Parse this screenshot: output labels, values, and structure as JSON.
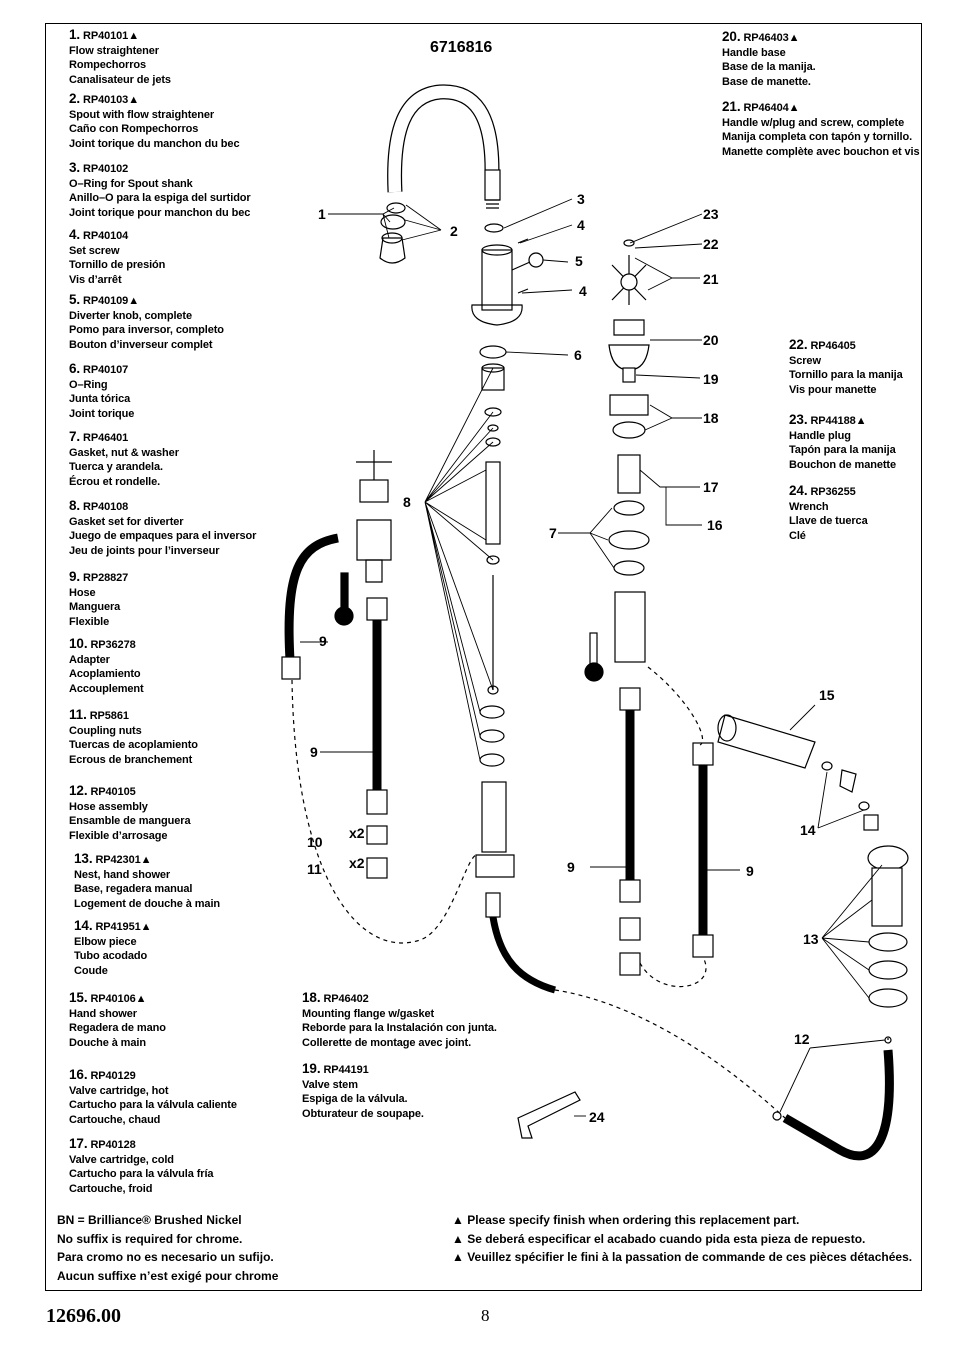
{
  "model_number": "6716816",
  "document_number": "12696.00",
  "page_number": "8",
  "parts": [
    {
      "num": "1.",
      "code": "RP40101▲",
      "lines": [
        "Flow straightener",
        "Rompechorros",
        "Canalisateur de jets"
      ]
    },
    {
      "num": "2.",
      "code": "RP40103▲",
      "lines": [
        "Spout with flow straightener",
        "Caño con Rompechorros",
        "Joint torique du manchon du bec"
      ]
    },
    {
      "num": "3.",
      "code": "RP40102",
      "lines": [
        "O–Ring for Spout shank",
        "Anillo–O para la espiga del surtidor",
        "Joint torique pour manchon du bec"
      ]
    },
    {
      "num": "4.",
      "code": "RP40104",
      "lines": [
        "Set screw",
        "Tornillo de presión",
        "Vis d’arrêt"
      ]
    },
    {
      "num": "5.",
      "code": "RP40109▲",
      "lines": [
        "Diverter knob, complete",
        "Pomo para inversor, completo",
        "Bouton d’inverseur complet"
      ]
    },
    {
      "num": "6.",
      "code": "RP40107",
      "lines": [
        "O–Ring",
        "Junta tórica",
        "Joint torique"
      ]
    },
    {
      "num": "7.",
      "code": "RP46401",
      "lines": [
        "Gasket, nut & washer",
        "Tuerca y arandela.",
        "Écrou et rondelle."
      ]
    },
    {
      "num": "8.",
      "code": "RP40108",
      "lines": [
        "Gasket set for diverter",
        "Juego de empaques para el inversor",
        "Jeu de joints pour l’inverseur"
      ]
    },
    {
      "num": "9.",
      "code": "RP28827",
      "lines": [
        "Hose",
        "Manguera",
        "Flexible"
      ]
    },
    {
      "num": "10.",
      "code": "RP36278",
      "lines": [
        "Adapter",
        "Acoplamiento",
        "Accouplement"
      ]
    },
    {
      "num": "11.",
      "code": "RP5861",
      "lines": [
        "Coupling nuts",
        "Tuercas de acoplamiento",
        "Ecrous de branchement"
      ]
    },
    {
      "num": "12.",
      "code": "RP40105",
      "lines": [
        "Hose assembly",
        "Ensamble de manguera",
        "Flexible d’arrosage"
      ]
    },
    {
      "num": "13.",
      "code": "RP42301▲",
      "lines": [
        "Nest, hand shower",
        "Base, regadera manual",
        "Logement de douche à main"
      ]
    },
    {
      "num": "14.",
      "code": "RP41951▲",
      "lines": [
        "Elbow piece",
        "Tubo acodado",
        "Coude"
      ]
    },
    {
      "num": "15.",
      "code": "RP40106▲",
      "lines": [
        "Hand shower",
        "Regadera de mano",
        "Douche à main"
      ]
    },
    {
      "num": "16.",
      "code": "RP40129",
      "lines": [
        "Valve cartridge, hot",
        "Cartucho para la válvula caliente",
        "Cartouche, chaud"
      ]
    },
    {
      "num": "17.",
      "code": "RP40128",
      "lines": [
        "Valve cartridge, cold",
        "Cartucho para la válvula fría",
        "Cartouche, froid"
      ]
    },
    {
      "num": "18.",
      "code": "RP46402",
      "lines": [
        "Mounting flange w/gasket",
        "Reborde para la Instalación con junta.",
        "Collerette de montage avec joint."
      ]
    },
    {
      "num": "19.",
      "code": "RP44191",
      "lines": [
        "Valve stem",
        "Espiga de la válvula.",
        "Obturateur de soupape."
      ]
    },
    {
      "num": "20.",
      "code": "RP46403▲",
      "lines": [
        "Handle base",
        "Base de la manija.",
        "Base de manette."
      ]
    },
    {
      "num": "21.",
      "code": "RP46404▲",
      "lines": [
        "Handle w/plug and screw, complete",
        "Manija completa con tapón y tornillo.",
        "Manette complète avec bouchon et vis"
      ]
    },
    {
      "num": "22.",
      "code": "RP46405",
      "lines": [
        "Screw",
        "Tornillo para la manija",
        "Vis pour manette"
      ]
    },
    {
      "num": "23.",
      "code": "RP44188▲",
      "lines": [
        "Handle plug",
        "Tapón para la manija",
        "Bouchon de manette"
      ]
    },
    {
      "num": "24.",
      "code": "RP36255",
      "lines": [
        "Wrench",
        "Llave de tuerca",
        "Clé"
      ]
    }
  ],
  "notes_left": [
    "BN = Brilliance® Brushed Nickel",
    "No suffix is required for chrome.",
    "Para cromo no es necesario un sufijo.",
    "Aucun suffixe n’est exigé pour chrome"
  ],
  "notes_right": [
    "▲ Please specify finish when ordering this replacement part.",
    "▲ Se deberá especificar el acabado cuando pida esta pieza de repuesto.",
    "▲ Veuillez spécifier le fini à la passation de commande de ces pièces détachées."
  ],
  "callouts": [
    "1",
    "2",
    "3",
    "4",
    "5",
    "4",
    "6",
    "8",
    "7",
    "9",
    "9",
    "10",
    "x2",
    "11",
    "x2",
    "23",
    "22",
    "21",
    "20",
    "19",
    "18",
    "17",
    "16",
    "9",
    "9",
    "15",
    "14",
    "13",
    "12",
    "24"
  ]
}
